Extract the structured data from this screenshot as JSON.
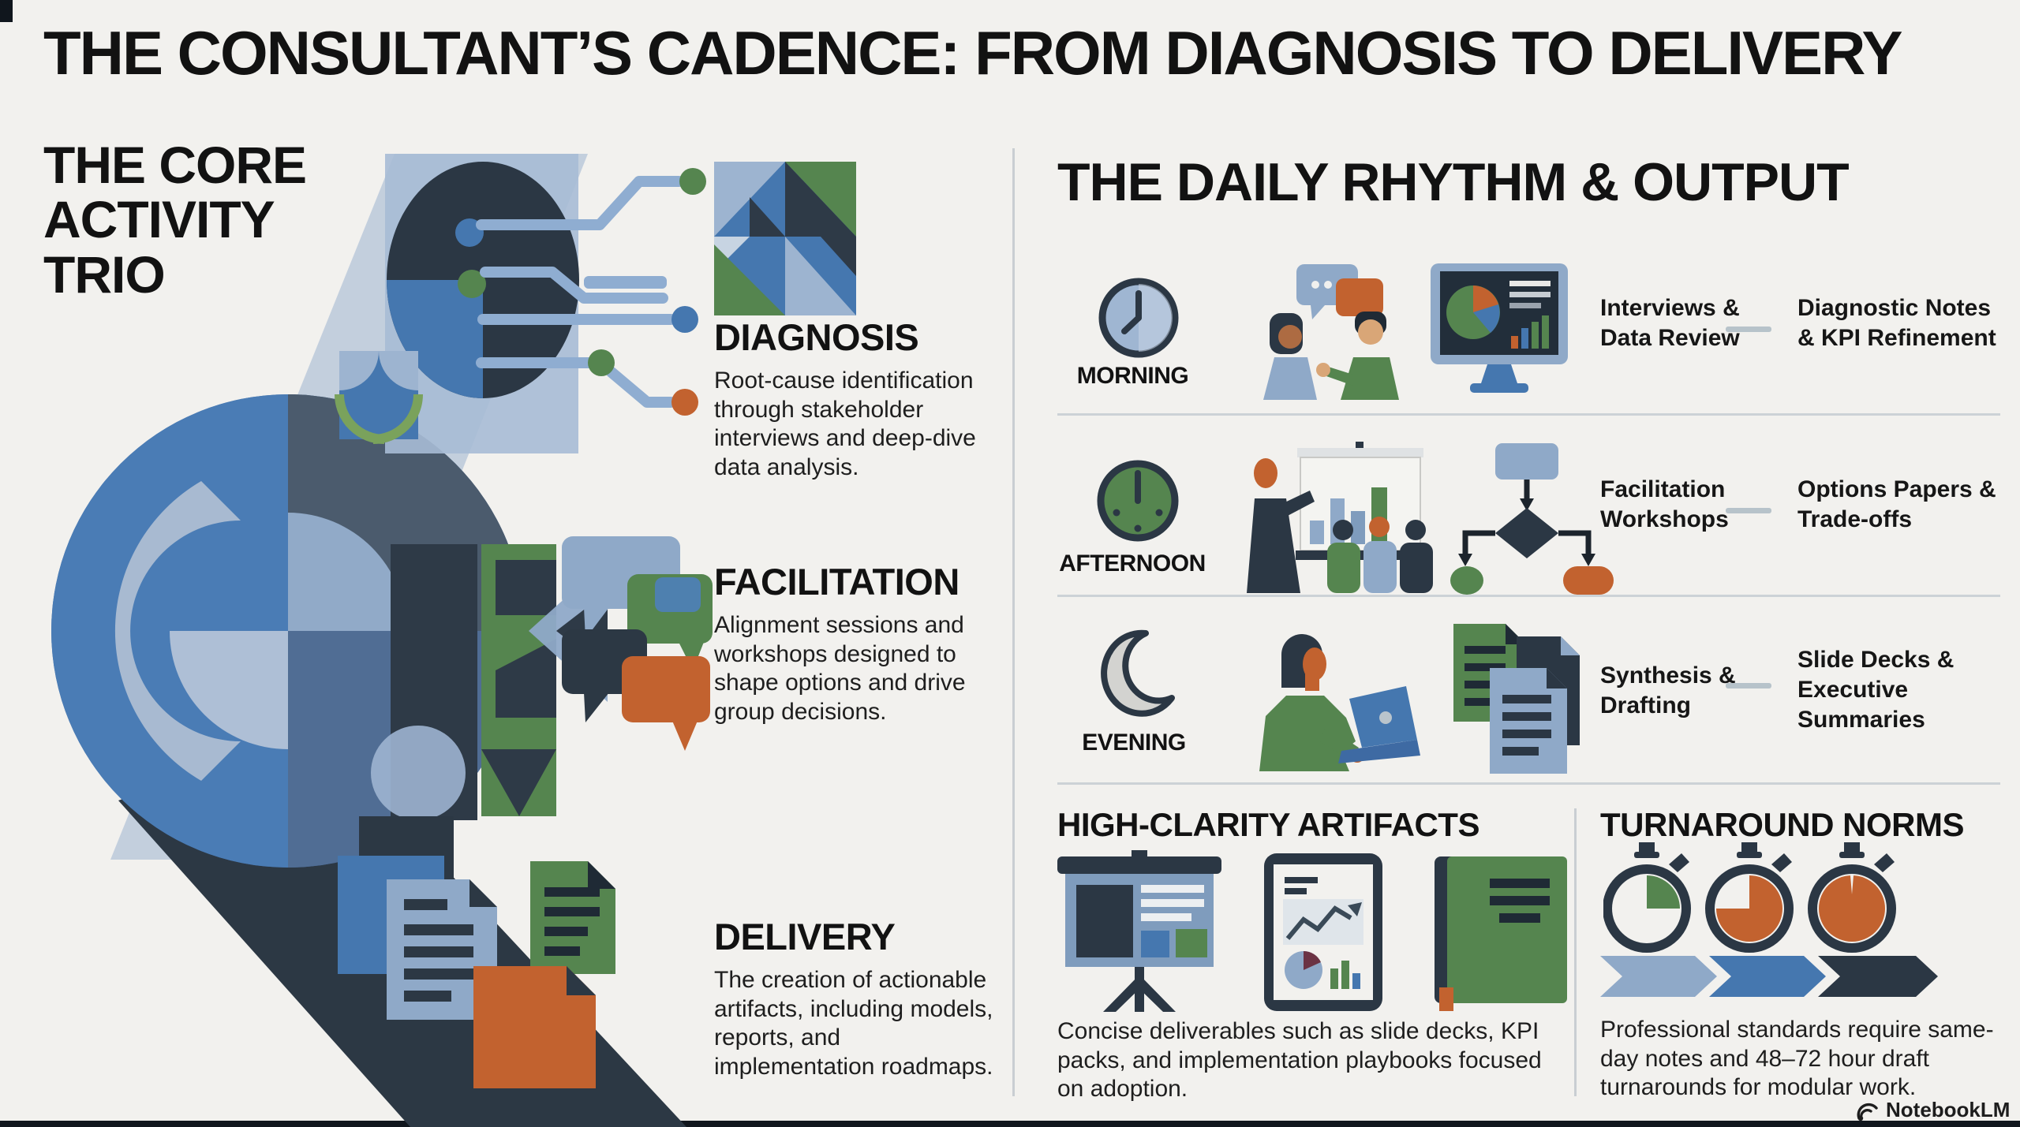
{
  "header": {
    "title": "THE CONSULTANT’S CADENCE: FROM DIAGNOSIS TO DELIVERY"
  },
  "core_trio": {
    "heading": "THE CORE ACTIVITY TRIO",
    "items": [
      {
        "title": "DIAGNOSIS",
        "description": "Root-cause identification through stakeholder interviews and deep-dive data analysis.",
        "icon": "circuit-head-icon"
      },
      {
        "title": "FACILITATION",
        "description": "Alignment sessions and workshops designed to shape options and drive group decisions.",
        "icon": "speech-bubbles-icon"
      },
      {
        "title": "DELIVERY",
        "description": "The creation of actionable artifacts, including models, reports, and implementation roadmaps.",
        "icon": "documents-stack-icon"
      }
    ]
  },
  "daily_rhythm": {
    "heading": "THE DAILY RHYTHM & OUTPUT",
    "rows": [
      {
        "time": "MORNING",
        "activity": "Interviews & Data Review",
        "output": "Diagnostic Notes & KPI Refinement",
        "icons": [
          "clock-icon",
          "conversation-icon",
          "dashboard-monitor-icon"
        ]
      },
      {
        "time": "AFTERNOON",
        "activity": "Facilitation Workshops",
        "output": "Options Papers & Trade-offs",
        "icons": [
          "clock-icon",
          "workshop-presenter-icon",
          "flowchart-icon"
        ]
      },
      {
        "time": "EVENING",
        "activity": "Synthesis & Drafting",
        "output": "Slide Decks & Executive Summaries",
        "icons": [
          "moon-icon",
          "laptop-work-icon",
          "documents-icon"
        ]
      }
    ]
  },
  "artifacts": {
    "heading": "HIGH-CLARITY ARTIFACTS",
    "description": "Concise deliverables such as slide decks, KPI packs, and implementation playbooks focused on adoption.",
    "icons": [
      "presentation-screen-icon",
      "tablet-report-icon",
      "playbook-icon"
    ]
  },
  "turnaround": {
    "heading": "TURNAROUND NORMS",
    "description": "Professional standards require same-day notes and 48–72 hour draft turnarounds for modular work.",
    "icons": [
      "stopwatch-quarter-icon",
      "stopwatch-threequarter-icon",
      "stopwatch-full-icon",
      "progress-chevrons-icon"
    ]
  },
  "footer": {
    "brand": "NotebookLM"
  },
  "colors": {
    "background": "#f2f1ee",
    "ink": "#141414",
    "blue": "#4577af",
    "light_blue": "#8fa9c8",
    "pale_blue": "#aebfd8",
    "slate": "#2c3844",
    "green": "#55854f",
    "orange": "#c2622f",
    "divider": "#ccd2d6"
  }
}
